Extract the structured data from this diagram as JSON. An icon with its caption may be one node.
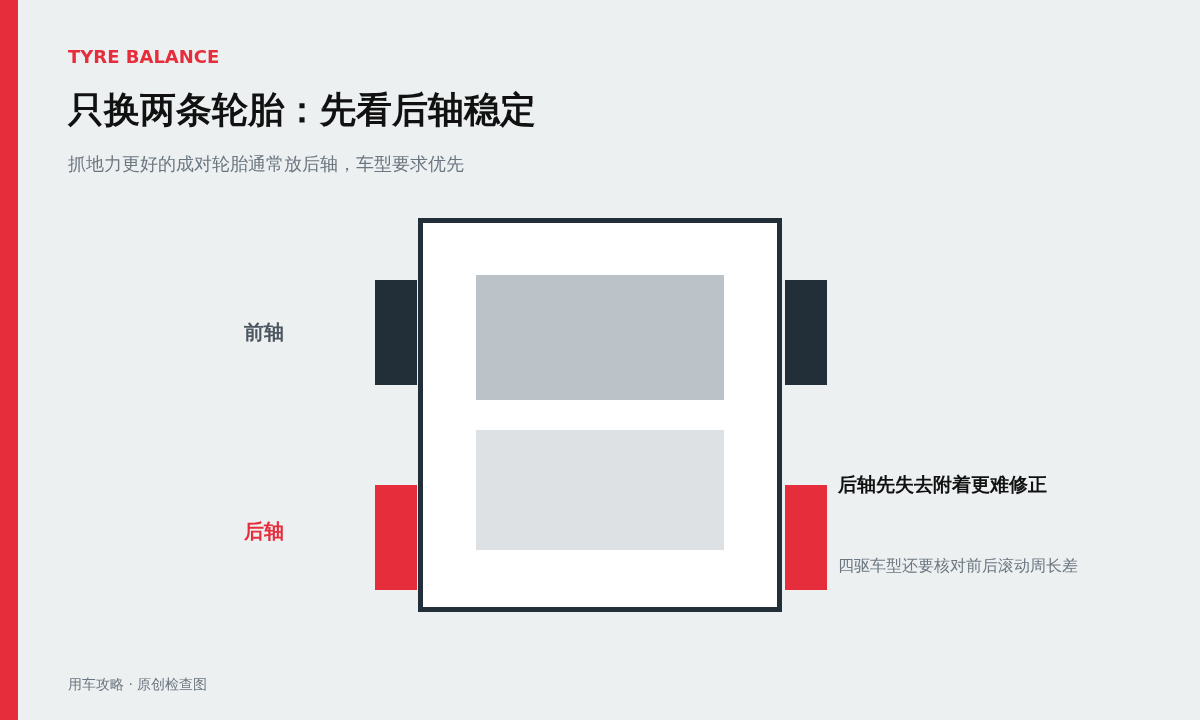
{
  "diagram": {
    "title": "只换两条轮胎：先看后轴稳定",
    "labels": [
      "TYRE BALANCE",
      "抓地力更好的成对轮胎通常放后轴，车型要求优先",
      "前轴",
      "后轴",
      "后轴先失去附着更难修正",
      "四驱车型还要核对前后滚动周长差",
      "用车攻略 · 原创检查图"
    ]
  }
}
